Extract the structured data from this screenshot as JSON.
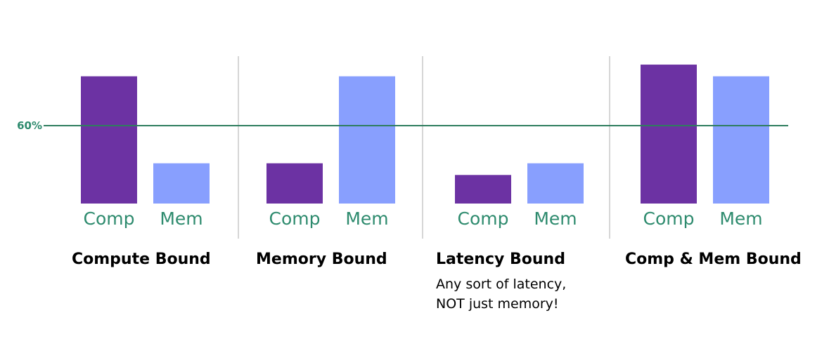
{
  "chart_data": {
    "type": "bar",
    "ylim": [
      0,
      100
    ],
    "reference_line": {
      "value": 60,
      "label": "60%"
    },
    "colors": {
      "Comp": "#6c32a3",
      "Mem": "#889ffe",
      "reference": "#2e7d5e",
      "divider": "#c8c8c8"
    },
    "groups": [
      {
        "title": "Compute Bound",
        "note": [],
        "bars": [
          {
            "label": "Comp",
            "value": 98
          },
          {
            "label": "Mem",
            "value": 31
          }
        ]
      },
      {
        "title": "Memory Bound",
        "note": [],
        "bars": [
          {
            "label": "Comp",
            "value": 31
          },
          {
            "label": "Mem",
            "value": 98
          }
        ]
      },
      {
        "title": "Latency Bound",
        "note": [
          "Any sort of latency,",
          "NOT just memory!"
        ],
        "bars": [
          {
            "label": "Comp",
            "value": 22
          },
          {
            "label": "Mem",
            "value": 31
          }
        ]
      },
      {
        "title": "Comp & Mem Bound",
        "note": [],
        "bars": [
          {
            "label": "Comp",
            "value": 107
          },
          {
            "label": "Mem",
            "value": 98
          }
        ]
      }
    ]
  }
}
